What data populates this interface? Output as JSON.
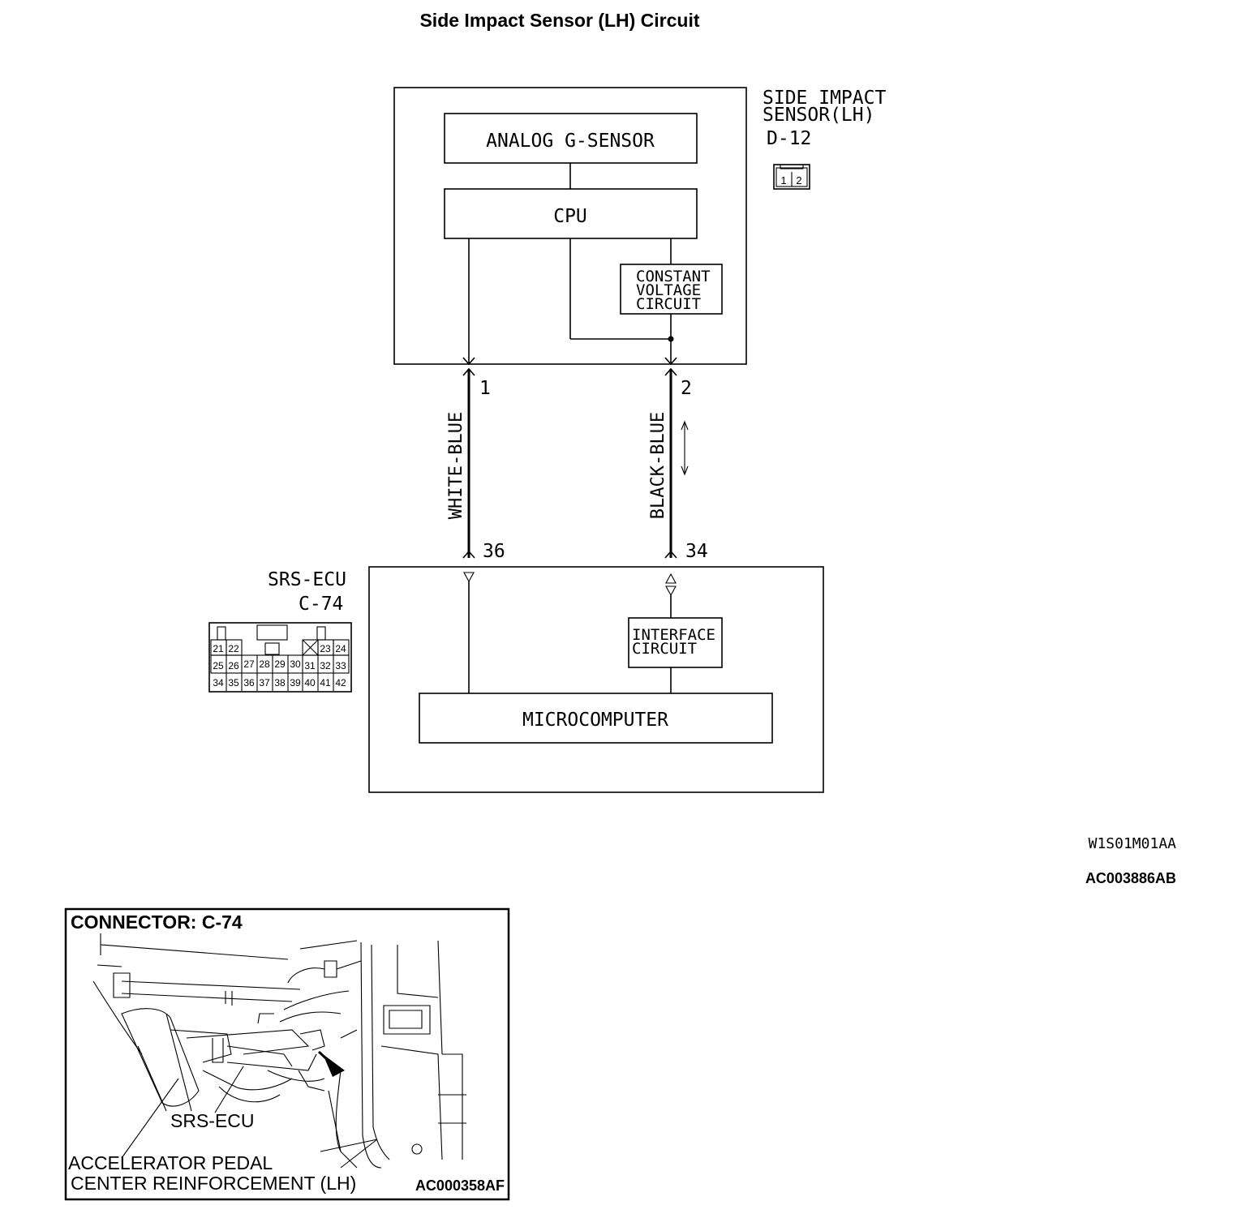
{
  "title": "Side Impact Sensor (LH) Circuit",
  "sensor": {
    "label_line1": "SIDE IMPACT",
    "label_line2": "SENSOR(LH)",
    "connector_id": "D-12",
    "connector_pins": [
      "1",
      "2"
    ],
    "blocks": {
      "analog_g_sensor": "ANALOG G-SENSOR",
      "cpu": "CPU",
      "constant_voltage_line1": "CONSTANT",
      "constant_voltage_line2": "VOLTAGE",
      "constant_voltage_line3": "CIRCUIT"
    }
  },
  "wires": [
    {
      "color_label": "WHITE-BLUE",
      "sensor_pin": "1",
      "ecu_pin": "36"
    },
    {
      "color_label": "BLACK-BLUE",
      "sensor_pin": "2",
      "ecu_pin": "34"
    }
  ],
  "ecu": {
    "label": "SRS-ECU",
    "connector_id": "C-74",
    "connector_pins_row1": [
      "21",
      "22",
      "23",
      "24"
    ],
    "connector_pins_row2": [
      "25",
      "26",
      "27",
      "28",
      "29",
      "30",
      "31",
      "32",
      "33"
    ],
    "connector_pins_row3": [
      "34",
      "35",
      "36",
      "37",
      "38",
      "39",
      "40",
      "41",
      "42"
    ],
    "blocks": {
      "interface_line1": "INTERFACE",
      "interface_line2": "CIRCUIT",
      "microcomputer": "MICROCOMPUTER"
    }
  },
  "codes": {
    "diagram_code": "W1S01M01AA",
    "figure_code": "AC003886AB"
  },
  "inset": {
    "title": "CONNECTOR: C-74",
    "label_srs_ecu": "SRS-ECU",
    "label_pedal_line1": "ACCELERATOR PEDAL",
    "label_pedal_line2": "CENTER REINFORCEMENT (LH)",
    "figure_code": "AC000358AF"
  }
}
